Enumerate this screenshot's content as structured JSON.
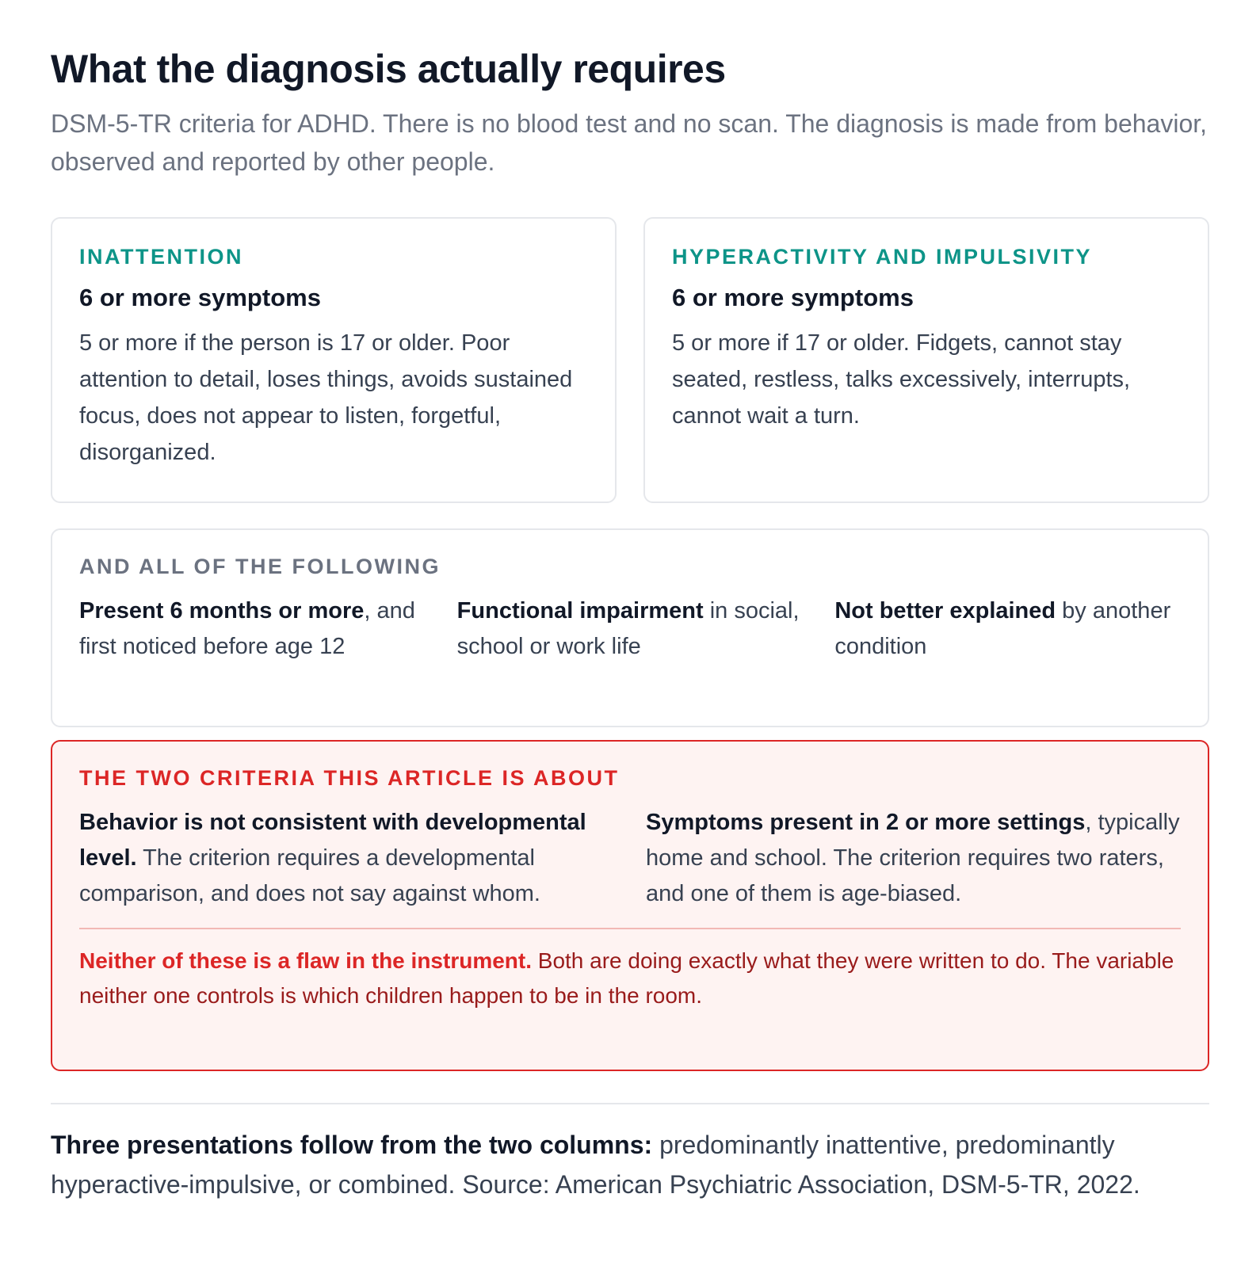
{
  "header": {
    "title": "What the diagnosis actually requires",
    "subtitle": "DSM-5-TR criteria for ADHD. There is no blood test and no scan. The diagnosis is made from behavior, observed and reported by other people."
  },
  "criteria": [
    {
      "eyebrow": "INATTENTION",
      "heading": "6 or more symptoms",
      "body": "5 or more if the person is 17 or older. Poor attention to detail, loses things, avoids sustained focus, does not appear to listen, forgetful, disorganized."
    },
    {
      "eyebrow": "HYPERACTIVITY AND IMPULSIVITY",
      "heading": "6 or more symptoms",
      "body": "5 or more if 17 or older. Fidgets, cannot stay seated, restless, talks excessively, interrupts, cannot wait a turn."
    }
  ],
  "all_following": {
    "eyebrow": "AND ALL OF THE FOLLOWING",
    "items": [
      {
        "bold": "Present 6 months or more",
        "rest": ", and first noticed before age 12"
      },
      {
        "bold": "Functional impairment",
        "rest": " in social, school or work life"
      },
      {
        "bold": "Not better explained",
        "rest": " by another condition"
      }
    ]
  },
  "two_criteria": {
    "eyebrow": "THE TWO CRITERIA THIS ARTICLE IS ABOUT",
    "items": [
      {
        "bold": "Behavior is not consistent with developmental level.",
        "rest": " The criterion requires a developmental comparison, and does not say against whom."
      },
      {
        "bold": "Symptoms present in 2 or more settings",
        "rest": ", typically home and school. The criterion requires two raters, and one of them is age-biased."
      }
    ],
    "note_bold": "Neither of these is a flaw in the instrument.",
    "note_rest": " Both are doing exactly what they were written to do. The variable neither one controls is which children happen to be in the room."
  },
  "footer": {
    "bold": "Three presentations follow from the two columns:",
    "rest": " predominantly inattentive, predominantly hyperactive-impulsive, or combined. Source: American Psychiatric Association, DSM-5-TR, 2022."
  },
  "colors": {
    "teal_accent": "#0d9488",
    "red_accent": "#dc2626",
    "alert_background": "#fef3f2",
    "muted_text": "#6b7280"
  }
}
